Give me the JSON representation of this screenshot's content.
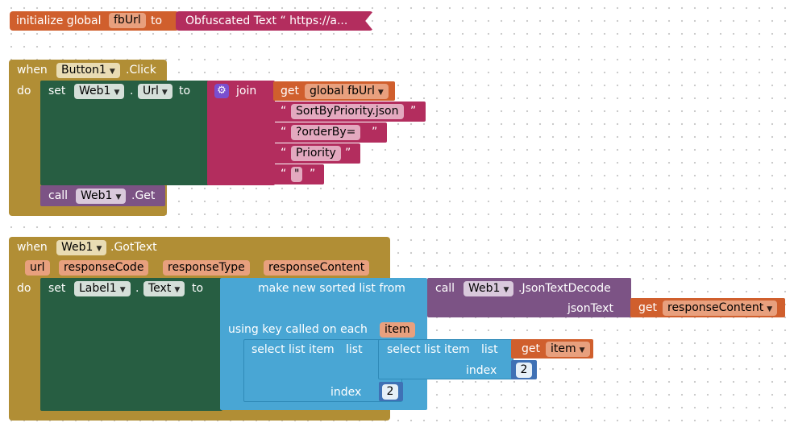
{
  "init_global": {
    "keyword": "initialize global",
    "var_name": "fbUrl",
    "to": "to",
    "value_text": "Obfuscated Text “ https://a..."
  },
  "event_click": {
    "when": "when",
    "component": "Button1",
    "event": ".Click",
    "do": "do",
    "set": "set",
    "target": "Web1",
    "dot": ".",
    "property": "Url",
    "to": "to",
    "join": "join",
    "get": "get",
    "get_var": "global fbUrl",
    "strings": [
      "SortByPriority.json",
      "?orderBy=",
      "Priority",
      "\""
    ],
    "call": "call",
    "call_component": "Web1",
    "call_method": ".Get"
  },
  "event_gottext": {
    "when": "when",
    "component": "Web1",
    "event": ".GotText",
    "params": [
      "url",
      "responseCode",
      "responseType",
      "responseContent"
    ],
    "do": "do",
    "set": "set",
    "target": "Label1",
    "dot": ".",
    "property": "Text",
    "to": "to",
    "sorted_list": "make new sorted list from",
    "call": "call",
    "call_component": "Web1",
    "call_method": ".JsonTextDecode",
    "json_text": "jsonText",
    "get": "get",
    "get_var": "responseContent",
    "using_key": "using key called on each",
    "item_var": "item",
    "select_list_item": "select list item",
    "list": "list",
    "index": "index",
    "get_item": "item",
    "inner_index": "2",
    "outer_index": "2"
  },
  "colors": {
    "variables": "#d05f2d",
    "text": "#b32d5e",
    "events": "#b18e35",
    "components": "#275e42",
    "methods": "#7c5385",
    "lists": "#49a6d4",
    "math": "#3f71b5"
  }
}
